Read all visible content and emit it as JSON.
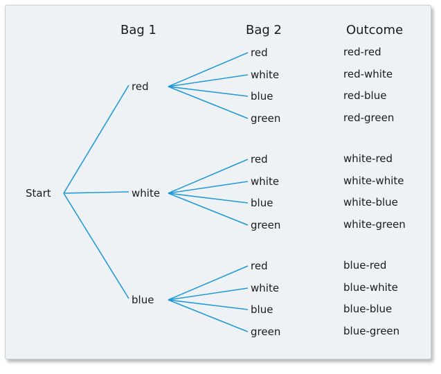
{
  "headers": {
    "bag1": "Bag 1",
    "bag2": "Bag 2",
    "outcome": "Outcome"
  },
  "root": "Start",
  "bag1": [
    "red",
    "white",
    "blue"
  ],
  "bag2": [
    "red",
    "white",
    "blue",
    "green"
  ],
  "outcomes": [
    [
      "red-red",
      "red-white",
      "red-blue",
      "red-green"
    ],
    [
      "white-red",
      "white-white",
      "white-blue",
      "white-green"
    ],
    [
      "blue-red",
      "blue-white",
      "blue-blue",
      "blue-green"
    ]
  ],
  "colors": {
    "edge": "#1f9ad6",
    "background": "#eff2f5",
    "text": "#1a1a1a"
  }
}
